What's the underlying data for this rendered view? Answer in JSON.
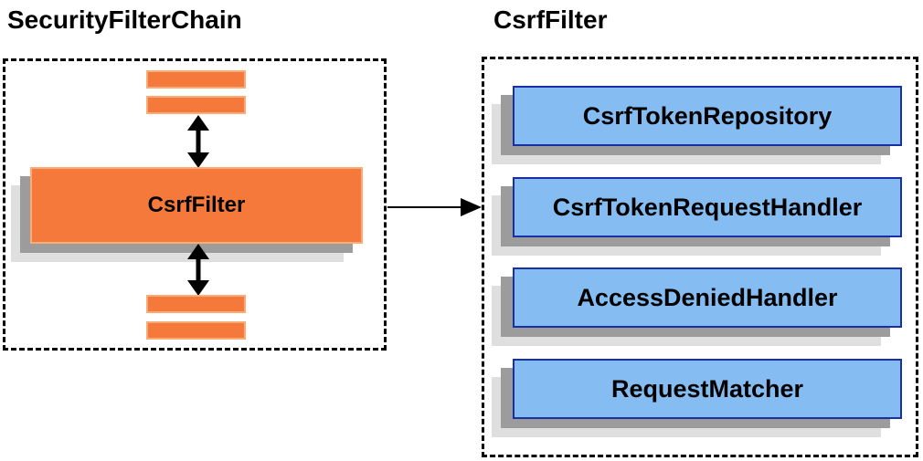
{
  "left_panel": {
    "title": "SecurityFilterChain",
    "csrf_filter_label": "CsrfFilter"
  },
  "right_panel": {
    "title": "CsrfFilter",
    "components": [
      "CsrfTokenRepository",
      "CsrfTokenRequestHandler",
      "AccessDeniedHandler",
      "RequestMatcher"
    ]
  },
  "colors": {
    "filter_fill": "#F4793B",
    "filter_border": "#F9AC77",
    "component_fill": "#85BDF2",
    "component_border": "#1A2FA6",
    "shadow_dark": "#9C9C9C",
    "shadow_light": "#DFDFDF",
    "connector": "#000000",
    "panel_border": "#000000"
  }
}
